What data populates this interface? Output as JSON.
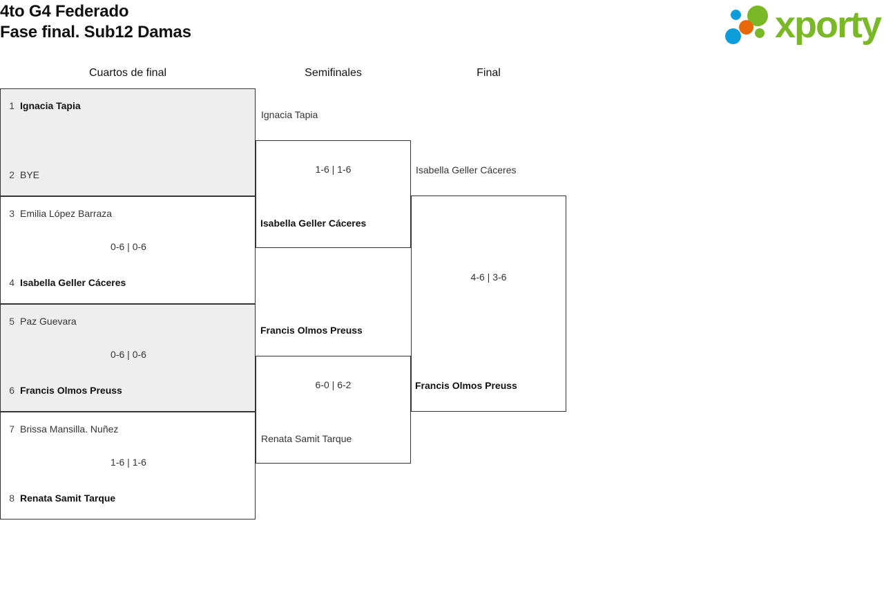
{
  "header": {
    "title_line1": "4to G4 Federado",
    "title_line2": "Fase final. Sub12 Damas",
    "logo_text": "xporty",
    "logo_colors": {
      "green": "#7ab828",
      "blue": "#0d9ddb",
      "orange": "#e8690b"
    }
  },
  "rounds": [
    {
      "label": "Cuartos de final"
    },
    {
      "label": "Semifinales"
    },
    {
      "label": "Final"
    }
  ],
  "quarterfinals": [
    {
      "shaded": true,
      "top": {
        "seed": "1",
        "name": "Ignacia Tapia",
        "winner": true
      },
      "bottom": {
        "seed": "2",
        "name": "BYE",
        "winner": false
      },
      "score": ""
    },
    {
      "shaded": false,
      "top": {
        "seed": "3",
        "name": "Emilia López Barraza",
        "winner": false
      },
      "bottom": {
        "seed": "4",
        "name": "Isabella Geller Cáceres",
        "winner": true
      },
      "score": "0-6 | 0-6"
    },
    {
      "shaded": true,
      "top": {
        "seed": "5",
        "name": "Paz Guevara",
        "winner": false
      },
      "bottom": {
        "seed": "6",
        "name": "Francis Olmos Preuss",
        "winner": true
      },
      "score": "0-6 | 0-6"
    },
    {
      "shaded": false,
      "top": {
        "seed": "7",
        "name": "Brissa Mansilla. Nuñez",
        "winner": false
      },
      "bottom": {
        "seed": "8",
        "name": "Renata Samit Tarque",
        "winner": true
      },
      "score": "1-6 | 1-6"
    }
  ],
  "semifinals": [
    {
      "top": {
        "name": "Ignacia Tapia",
        "winner": false
      },
      "bottom": {
        "name": "Isabella Geller Cáceres",
        "winner": true
      },
      "score": "1-6 | 1-6"
    },
    {
      "top": {
        "name": "Francis Olmos Preuss",
        "winner": true
      },
      "bottom": {
        "name": "Renata Samit Tarque",
        "winner": false
      },
      "score": "6-0 | 6-2"
    }
  ],
  "final": {
    "top": {
      "name": "Isabella Geller Cáceres",
      "winner": false
    },
    "bottom": {
      "name": "Francis Olmos Preuss",
      "winner": true
    },
    "score": "4-6 | 3-6"
  }
}
